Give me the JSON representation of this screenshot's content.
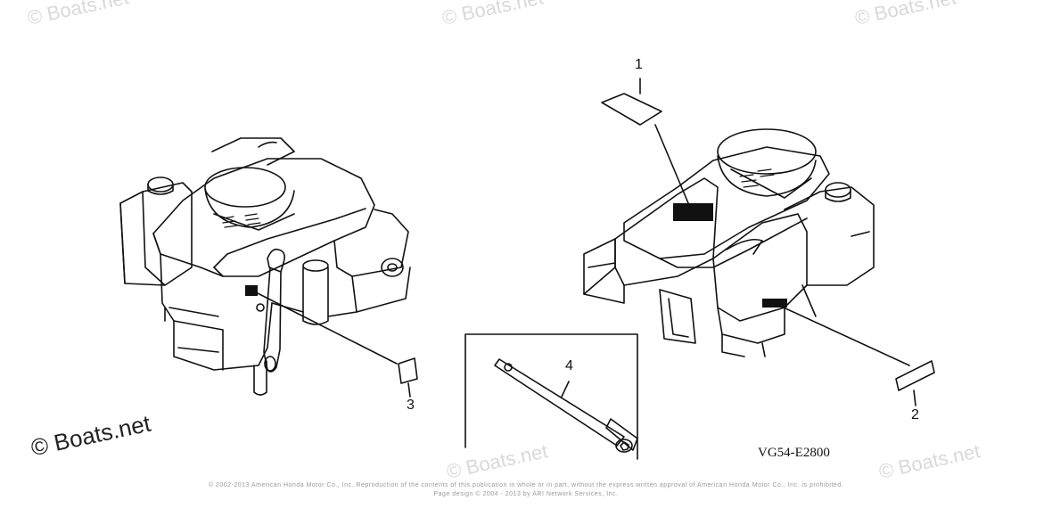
{
  "watermark": "© Boats.net",
  "callouts": [
    "1",
    "2",
    "3",
    "4"
  ],
  "diagram_code": "VG54-E2800",
  "footer": {
    "copyright": "© 2002-2013 American Honda Motor Co., Inc. Reproduction of the contents of this publication in whole or in part, without the express written approval of American Honda Motor Co., Inc. is prohibited.",
    "design": "Page design © 2004 - 2013 by ARI Network Services, Inc."
  }
}
